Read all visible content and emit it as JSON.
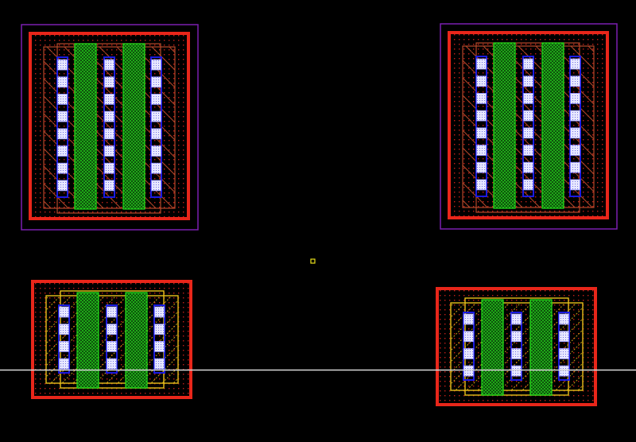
{
  "canvas": {
    "background": "#000000"
  },
  "colors": {
    "boundary": "#7a1fb0",
    "nwell_ring": "#e8261a",
    "diffusion_outline_top": "#b5482a",
    "diffusion_outline_bottom": "#e8c01a",
    "poly": "#22e01a",
    "metal1": "#1a1ae0",
    "contact": "#e8e8ff",
    "dot_grid": "#c0201a",
    "cursor_line": "#d8d8d8",
    "origin_marker": "#e8e01a"
  },
  "cells": [
    {
      "name": "cell-top-left",
      "contact_rows": 8,
      "fingers": 2,
      "type": "large"
    },
    {
      "name": "cell-top-right",
      "contact_rows": 8,
      "fingers": 2,
      "type": "large"
    },
    {
      "name": "cell-bottom-left",
      "contact_rows": 4,
      "fingers": 2,
      "type": "small"
    },
    {
      "name": "cell-bottom-right",
      "contact_rows": 4,
      "fingers": 2,
      "type": "small"
    }
  ]
}
